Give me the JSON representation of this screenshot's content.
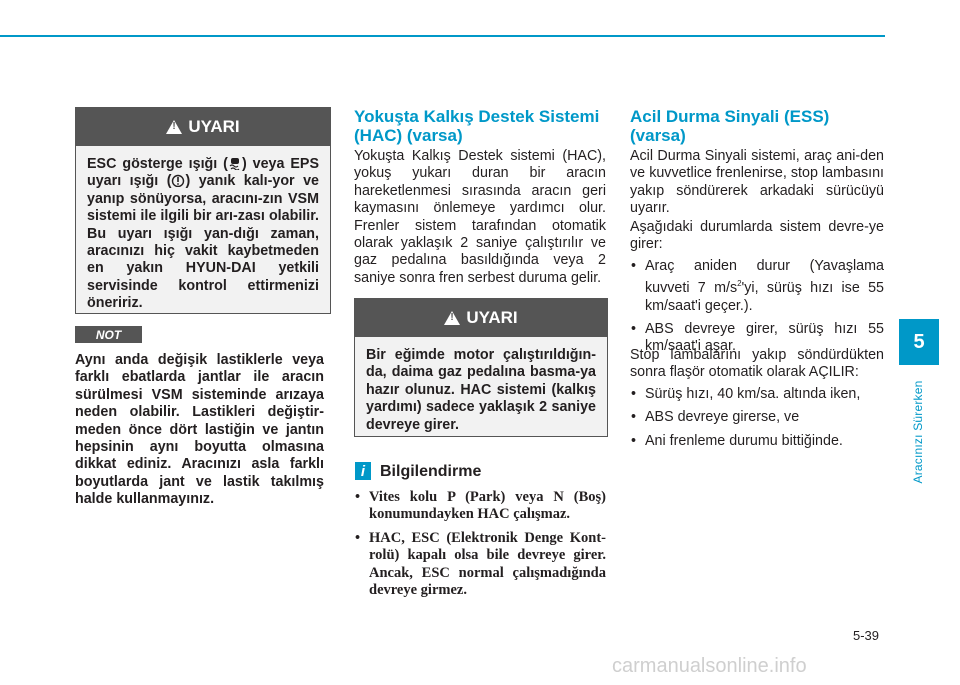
{
  "page": {
    "number": "5-39",
    "watermark": "carmanualsonline.info"
  },
  "chapter": {
    "number": "5",
    "title": "Aracınızı Sürerken"
  },
  "warning1": {
    "heading": "UYARI",
    "text_a": "ESC gösterge ışığı (",
    "text_b": ") veya EPS uyarı ışığı (",
    "text_c": ") yanık kalı-yor ve yanıp sönüyorsa, aracını-zın VSM sistemi ile ilgili bir arı-zası olabilir. Bu uyarı ışığı yan-dığı zaman, aracınızı hiç vakit kaybetmeden en yakın HYUN-DAI yetkili servisinde kontrol ettirmenizi öneririz.",
    "icon_esc": "esc-skid-icon",
    "icon_eps": "eps-steering-icon"
  },
  "note": {
    "badge": "NOT",
    "text": "Aynı anda değişik lastiklerle veya farklı ebatlarda jantlar ile aracın sürülmesi VSM sisteminde arızaya neden olabilir. Lastikleri değiştir-meden önce dört lastiğin ve jantın hepsinin aynı boyutta olmasına dikkat ediniz. Aracınızı asla farklı boyutlarda jant ve lastik takılmış halde kullanmayınız."
  },
  "hac": {
    "title_line1": "Yokuşta Kalkış Destek Sistemi",
    "title_line2": "(HAC) (varsa)",
    "body": "Yokuşta Kalkış Destek sistemi (HAC), yokuş yukarı duran bir aracın hareketlenmesi sırasında aracın geri kaymasını önlemeye yardımcı olur. Frenler sistem tarafından otomatik olarak yaklaşık 2 saniye çalıştırılır ve gaz pedalına basıldığında veya 2 saniye sonra fren serbest duruma gelir."
  },
  "warning2": {
    "heading": "UYARI",
    "text": "Bir eğimde motor çalıştırıldığın-da, daima gaz pedalına basma-ya hazır olunuz. HAC sistemi (kalkış yardımı) sadece yaklaşık 2 saniye devreye girer."
  },
  "info": {
    "icon": "i",
    "title": "Bilgilendirme",
    "items": [
      "Vites kolu P (Park) veya N (Boş) konumundayken HAC çalışmaz.",
      "HAC, ESC (Elektronik Denge Kont-rolü) kapalı olsa bile devreye girer. Ancak, ESC normal çalışmadığında devreye girmez."
    ]
  },
  "ess": {
    "title_line1": "Acil Durma Sinyali (ESS)",
    "title_line2": "(varsa)",
    "intro": "Acil Durma Sinyali sistemi, araç ani-den ve kuvvetlice frenlenirse, stop lambasını yakıp söndürerek arkadaki sürücüyü uyarır.",
    "on_lead": "Aşağıdaki durumlarda sistem devre-ye girer:",
    "on_item1_a": "Araç aniden durur (Yavaşlama kuvveti 7 m/s",
    "on_item1_sup": "2",
    "on_item1_b": "'yi, sürüş hızı ise 55 km/saat'i geçer.).",
    "on_item2": "ABS devreye girer, sürüş hızı 55 km/saat'i aşar.",
    "off_lead": "Stop lambalarını yakıp söndürdükten sonra flaşör otomatik olarak AÇILIR:",
    "off_items": [
      "Sürüş hızı, 40 km/sa. altında iken,",
      "ABS devreye girerse, ve",
      "Ani frenleme durumu bittiğinde."
    ]
  },
  "colors": {
    "accent": "#0098c8",
    "box_header": "#555555",
    "box_bg": "#f2f2f2"
  }
}
